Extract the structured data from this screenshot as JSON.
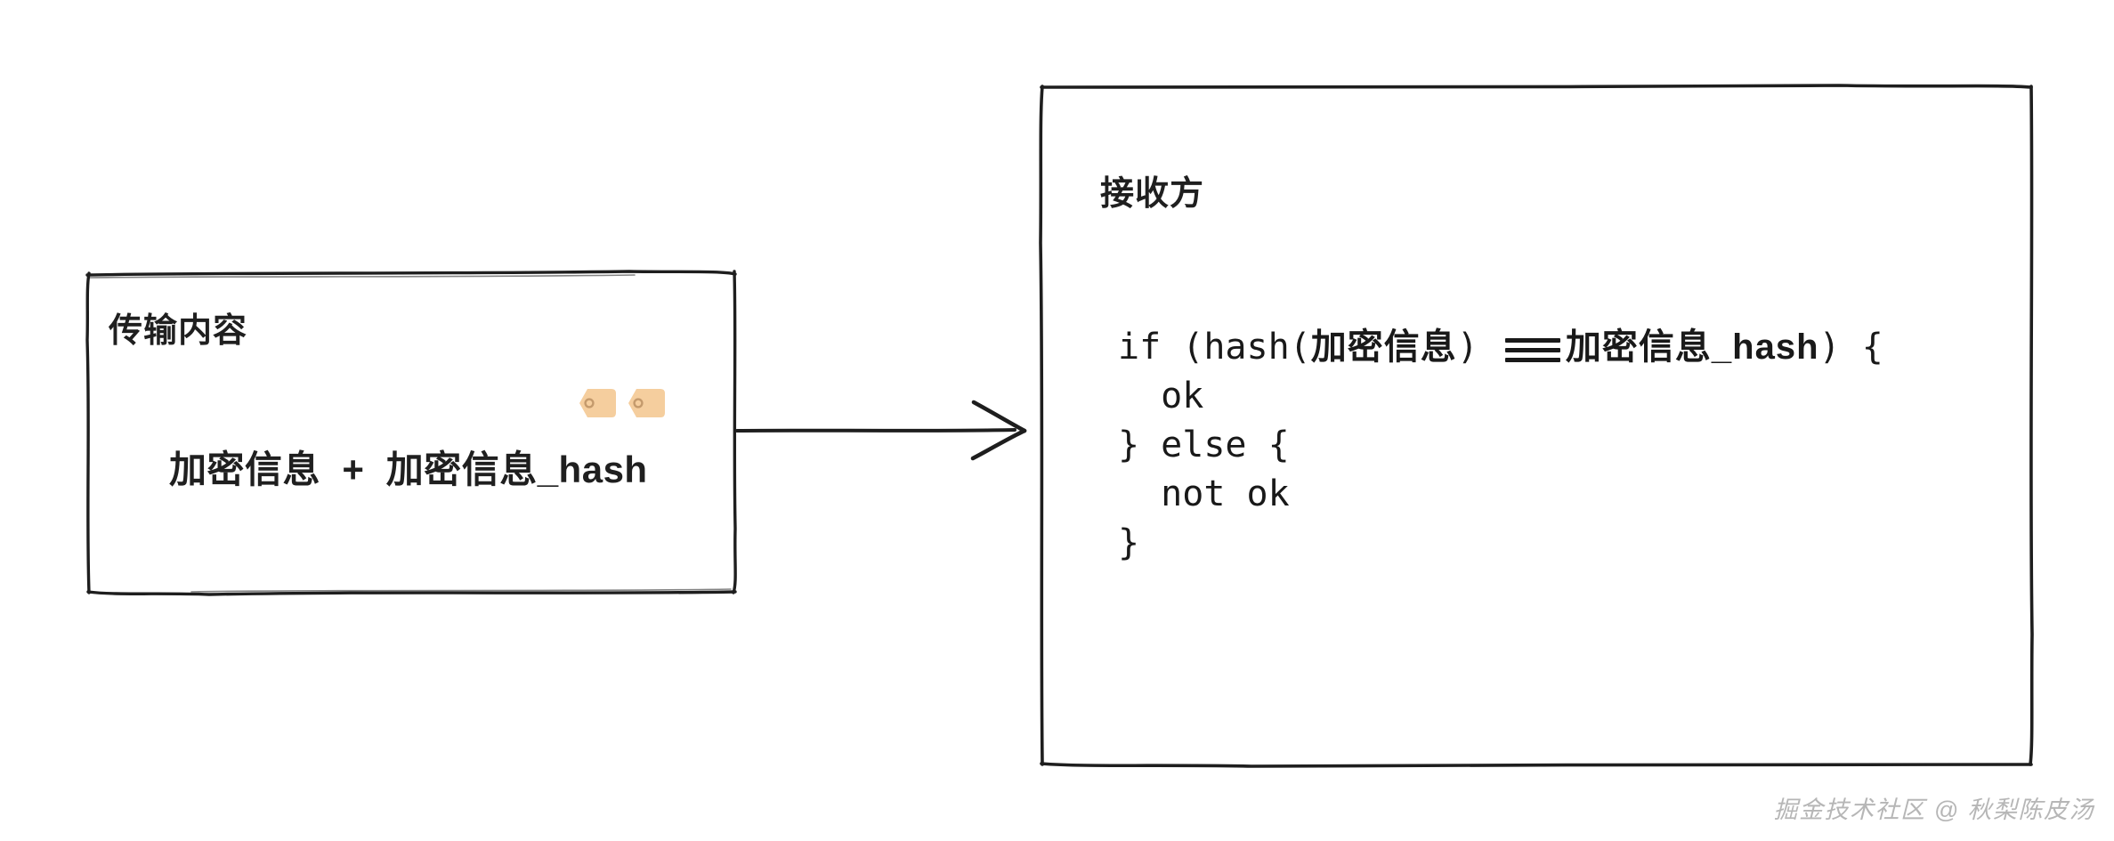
{
  "diagram": {
    "background_color": "#ffffff",
    "stroke_color": "#1e1e1e",
    "accent_color": "#f5ce9e",
    "transmit_box": {
      "title": "传输内容",
      "content": "加密信息  +  加密信息_hash",
      "tag_icon_names": [
        "tag-icon-left",
        "tag-icon-right"
      ]
    },
    "arrow": {
      "name": "transmission-arrow",
      "direction": "right"
    },
    "receiver_box": {
      "title": "接收方",
      "code": {
        "line1_prefix": "if (hash(",
        "line1_arg": "加密信息",
        "line1_mid": ") ",
        "line1_operator": "≡",
        "line1_rhs": "加密信息_hash",
        "line1_suffix": ") {",
        "line2": "  ok",
        "line3": "} else {",
        "line4": "  not ok",
        "line5": "}"
      }
    },
    "watermark": "掘金技术社区 @ 秋梨陈皮汤"
  }
}
